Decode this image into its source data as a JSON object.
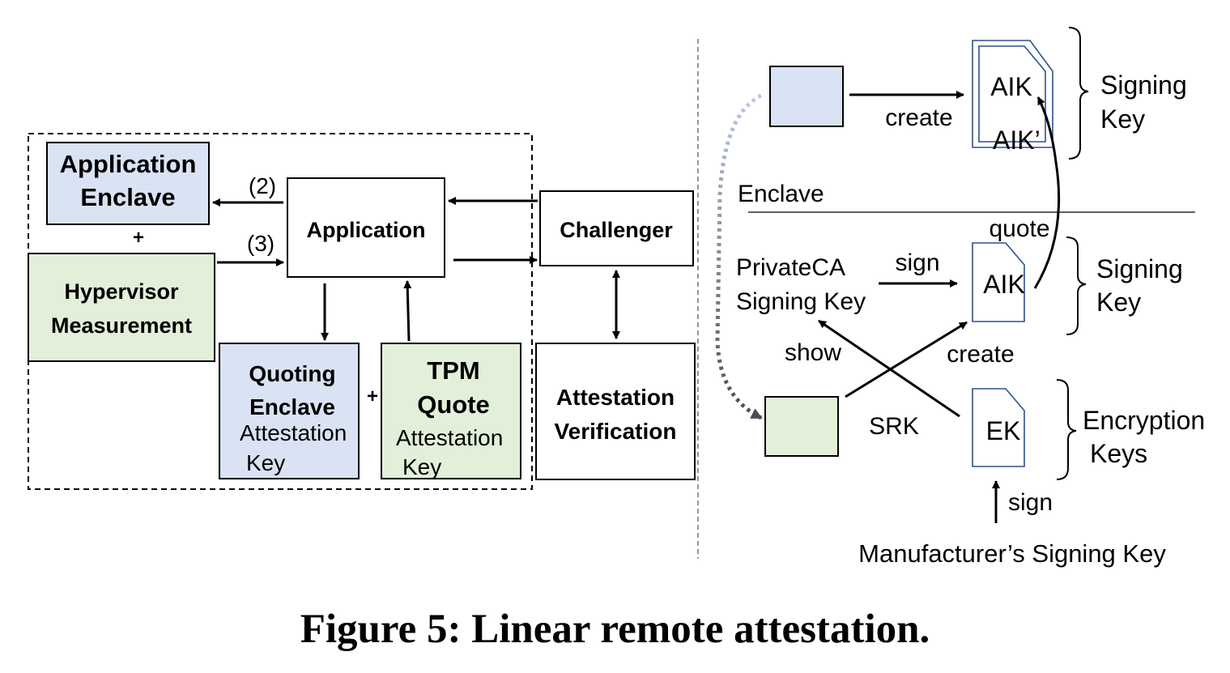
{
  "colors": {
    "enclave_blue": "#dae3f3",
    "hypervisor_green": "#e2efd9",
    "doc_border": "#2f4f8f",
    "ink": "#000000",
    "dotted_arrow": "#a9bbd6",
    "dotted_arrow_dark": "#4d4d4d"
  },
  "left": {
    "app_enclave": [
      "Application",
      "Enclave"
    ],
    "hypervisor": [
      "Hypervisor",
      "Measurement"
    ],
    "application": "Application",
    "challenger": "Challenger",
    "quoting_enclave": [
      "Quoting",
      "Enclave"
    ],
    "quoting_key": [
      "Attestation",
      "Key"
    ],
    "tpm_quote": [
      "TPM",
      "Quote"
    ],
    "tpm_key": [
      "Attestation",
      "Key"
    ],
    "attestation_verification": [
      "Attestation",
      "Verification"
    ],
    "plus_top": "+",
    "plus_mid": "+",
    "step2": "(2)",
    "step3": "(3)"
  },
  "right": {
    "create_top": "create",
    "aik_top": "AIK",
    "aik_prime": "AIK’",
    "signing_key_top": [
      "Signing",
      "Key"
    ],
    "enclave_label": "Enclave",
    "quote": "quote",
    "privateca": [
      "PrivateCA",
      "Signing Key"
    ],
    "sign_mid": "sign",
    "aik_mid": "AIK",
    "signing_key_mid": [
      "Signing",
      "Key"
    ],
    "show": "show",
    "create_mid": "create",
    "srk": "SRK",
    "ek": "EK",
    "encryption_keys": [
      "Encryption",
      "Keys"
    ],
    "sign_bottom": "sign",
    "manufacturer": "Manufacturer’s Signing Key"
  },
  "caption": "Figure 5: Linear remote attestation."
}
